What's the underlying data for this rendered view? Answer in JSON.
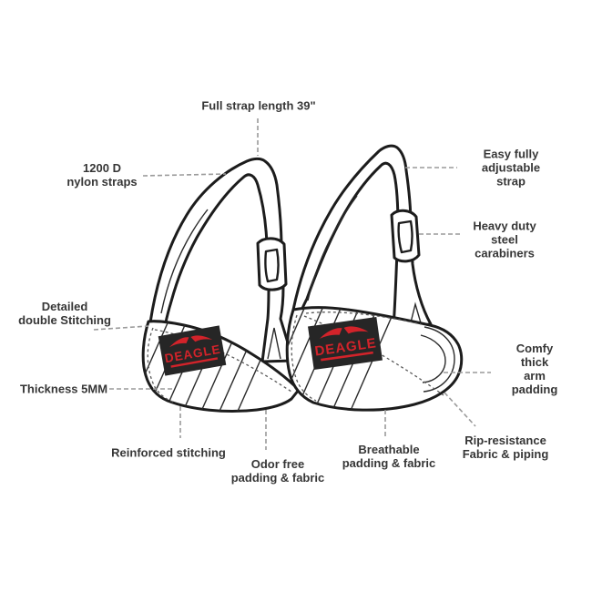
{
  "brand": "DEAGLE",
  "colors": {
    "background": "#ffffff",
    "outline": "#1c1c1c",
    "leader_line": "#9a9a9a",
    "label_text": "#363636",
    "patch_background": "#262626",
    "logo_red": "#d2232a"
  },
  "callouts": {
    "full_strap_length": "Full strap length 39\"",
    "nylon_straps": "1200 D\nnylon straps",
    "adjustable_strap": "Easy fully\nadjustable strap",
    "steel_carabiners": "Heavy duty\nsteel carabiners",
    "double_stitching": "Detailed\ndouble Stitching",
    "thickness": "Thickness 5MM",
    "reinforced_stitching": "Reinforced stitching",
    "odor_free": "Odor free\npadding & fabric",
    "breathable": "Breathable\npadding & fabric",
    "rip_resistance": "Rip-resistance\nFabric & piping",
    "arm_padding": "Comfy thick\narm padding"
  }
}
